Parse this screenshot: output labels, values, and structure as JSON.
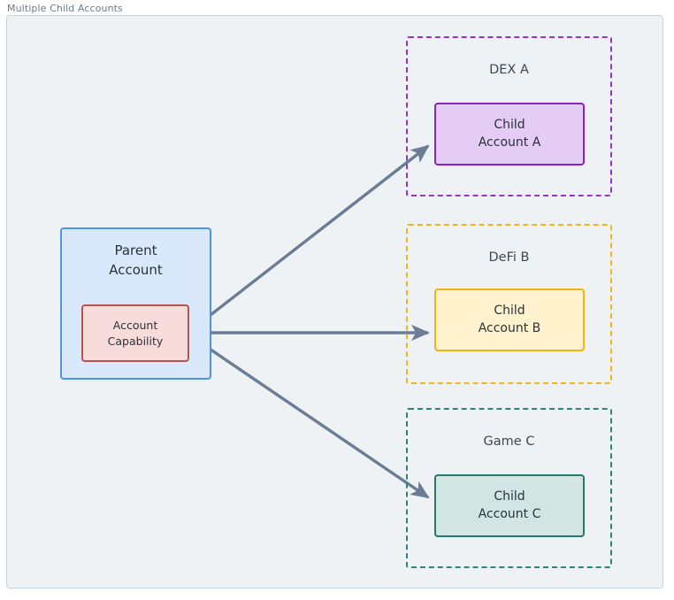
{
  "frame": {
    "title": "Multiple Child Accounts"
  },
  "colors": {
    "canvas_background": "#eef2f5",
    "frame_border": "#c9d3dd",
    "title_text": "#6b7a8f",
    "node_text": "#283238",
    "arrow": "#6b7d94",
    "parent_fill": "#dae8fc",
    "parent_border": "#4d94e8",
    "capability_fill": "#f8dcdc",
    "capability_border": "#b85450",
    "dex_border": "#9333d6",
    "dex_fill": "#e5ccf5",
    "defi_border": "#f5b417",
    "defi_fill": "#fff2cc",
    "game_border": "#2d8577",
    "game_fill": "#d3e5e2"
  },
  "parent": {
    "label_line1": "Parent",
    "label_line2": "Account",
    "capability": {
      "label_line1": "Account",
      "label_line2": "Capability"
    }
  },
  "groups": [
    {
      "id": "dex",
      "title": "DEX A",
      "child": {
        "label_line1": "Child",
        "label_line2": "Account A"
      }
    },
    {
      "id": "defi",
      "title": "DeFi B",
      "child": {
        "label_line1": "Child",
        "label_line2": "Account B"
      }
    },
    {
      "id": "game",
      "title": "Game C",
      "child": {
        "label_line1": "Child",
        "label_line2": "Account C"
      }
    }
  ],
  "connections": [
    {
      "id": "to-child-a",
      "from": "account-capability",
      "to": "child-account-a"
    },
    {
      "id": "to-child-b",
      "from": "account-capability",
      "to": "child-account-b"
    },
    {
      "id": "to-child-c",
      "from": "account-capability",
      "to": "child-account-c"
    }
  ]
}
